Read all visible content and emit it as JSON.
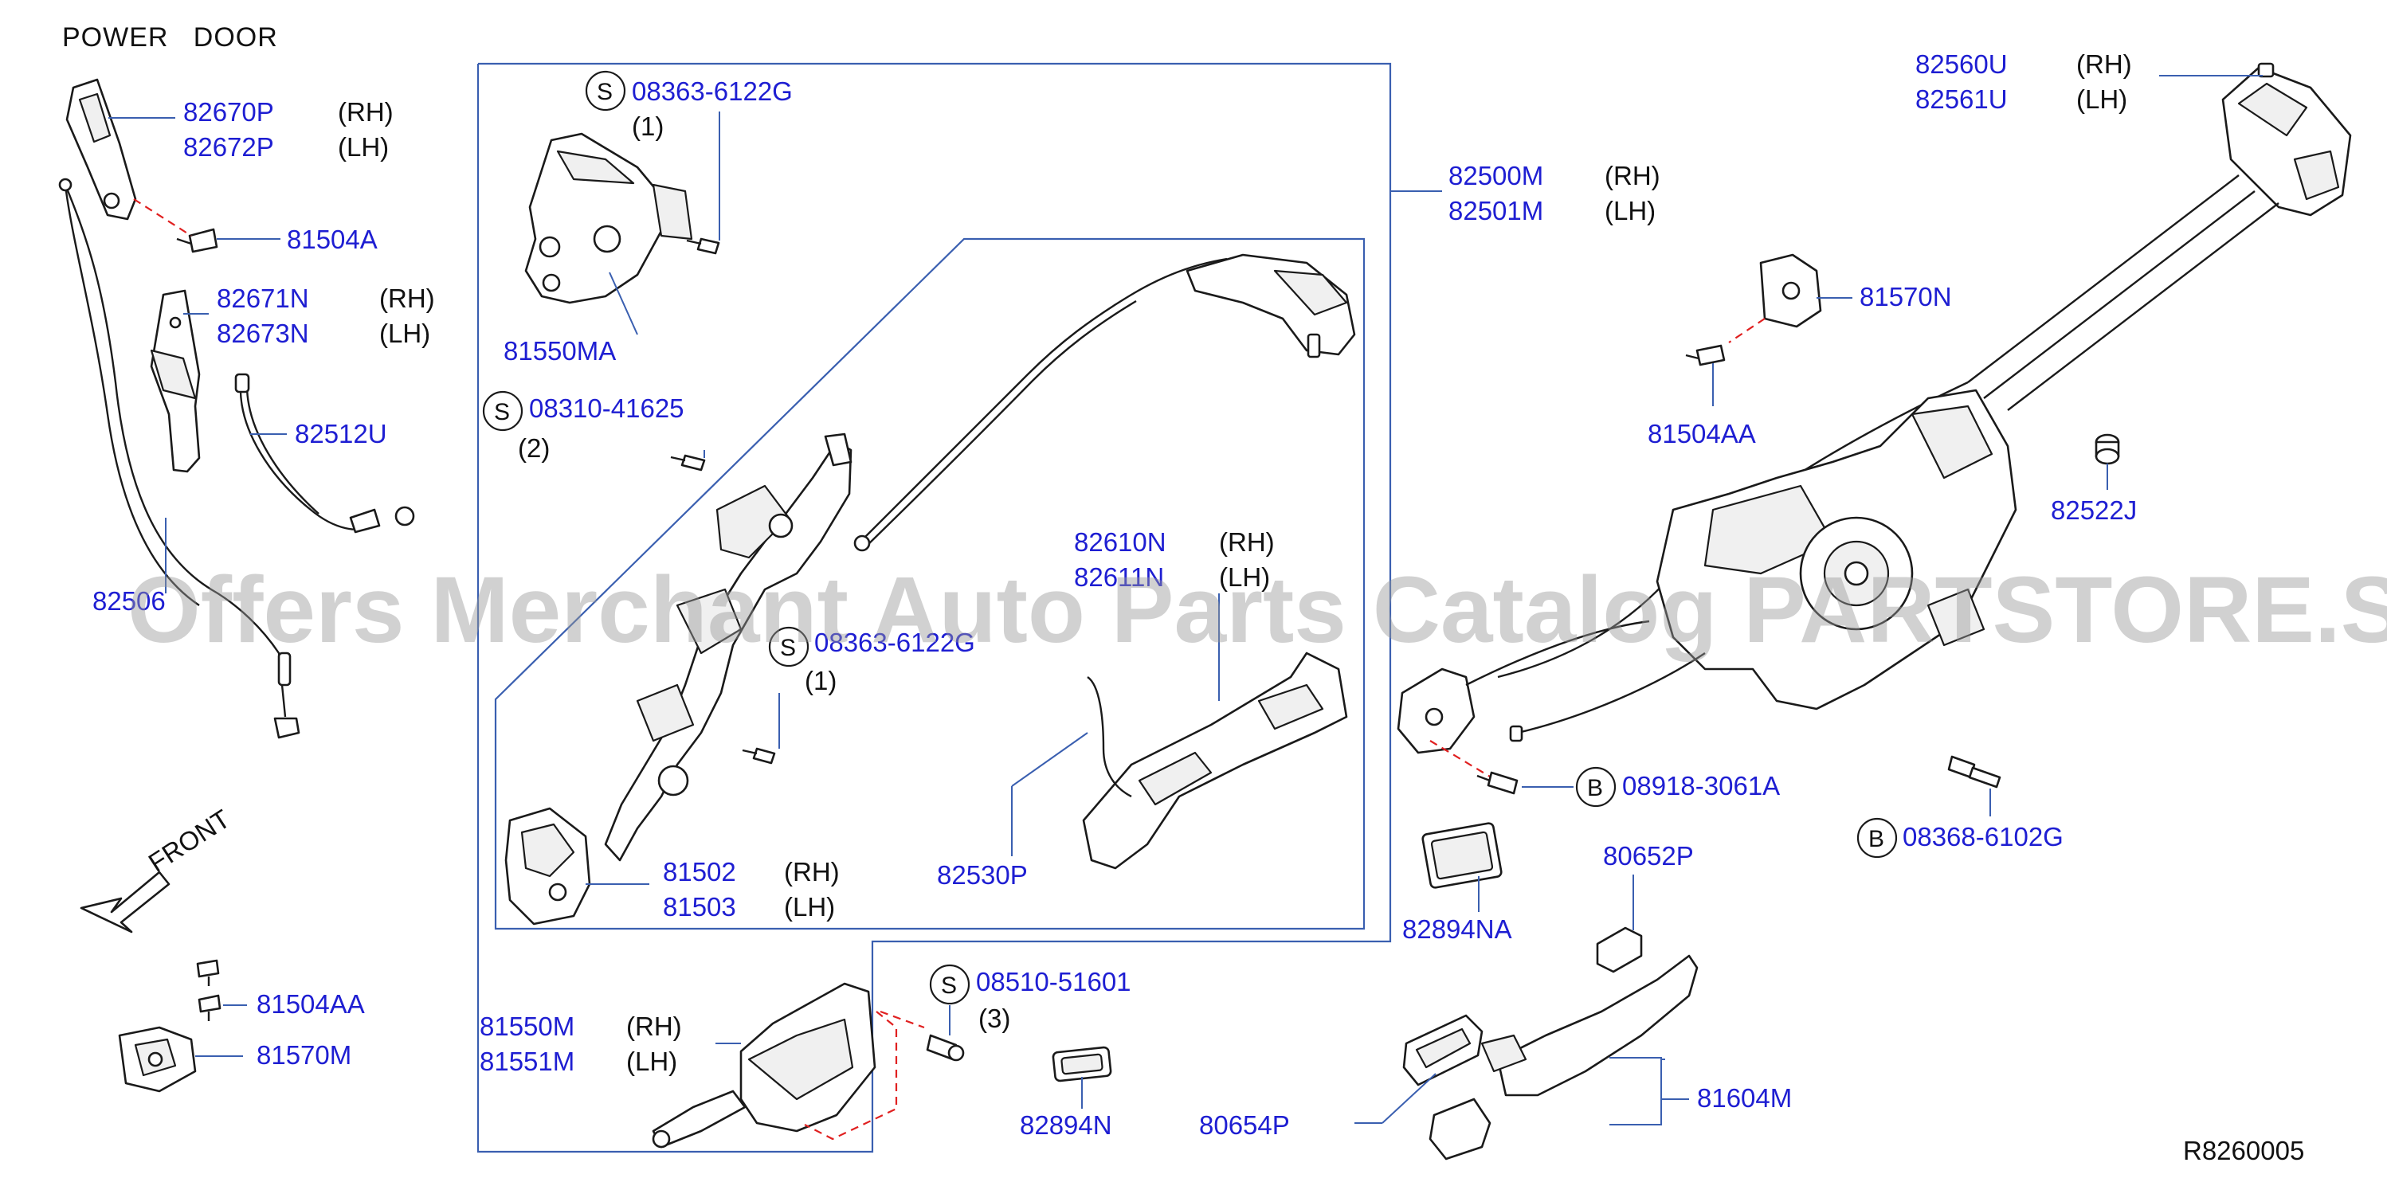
{
  "title": "POWER   DOOR",
  "diagram_ref": "R8260005",
  "watermark": "Offers Merchant Auto Parts Catalog PARTSTORE.SA",
  "front_label": "FRONT",
  "callouts": {
    "c82670P": {
      "part": "82670P",
      "side": "(RH)"
    },
    "c82672P": {
      "part": "82672P",
      "side": "(LH)"
    },
    "c81504A": {
      "part": "81504A"
    },
    "c82671N": {
      "part": "82671N",
      "side": "(RH)"
    },
    "c82673N": {
      "part": "82673N",
      "side": "(LH)"
    },
    "c82512U": {
      "part": "82512U"
    },
    "c82506": {
      "part": "82506"
    },
    "c81504AA_left": {
      "part": "81504AA"
    },
    "c81570M": {
      "part": "81570M"
    },
    "s1": {
      "mark": "S",
      "part": "08363-6122G",
      "qty": "(1)"
    },
    "c81550MA": {
      "part": "81550MA"
    },
    "s2": {
      "mark": "S",
      "part": "08310-41625",
      "qty": "(2)"
    },
    "s3": {
      "mark": "S",
      "part": "08363-6122G",
      "qty": "(1)"
    },
    "c81502": {
      "part": "81502",
      "side": "(RH)"
    },
    "c81503": {
      "part": "81503",
      "side": "(LH)"
    },
    "c82610N": {
      "part": "82610N",
      "side": "(RH)"
    },
    "c82611N": {
      "part": "82611N",
      "side": "(LH)"
    },
    "c82530P": {
      "part": "82530P"
    },
    "c82500M": {
      "part": "82500M",
      "side": "(RH)"
    },
    "c82501M": {
      "part": "82501M",
      "side": "(LH)"
    },
    "c81550M": {
      "part": "81550M",
      "side": "(RH)"
    },
    "c81551M": {
      "part": "81551M",
      "side": "(LH)"
    },
    "s4": {
      "mark": "S",
      "part": "08510-51601",
      "qty": "(3)"
    },
    "c82894N": {
      "part": "82894N"
    },
    "c80654P": {
      "part": "80654P"
    },
    "c82560U": {
      "part": "82560U",
      "side": "(RH)"
    },
    "c82561U": {
      "part": "82561U",
      "side": "(LH)"
    },
    "c81570N": {
      "part": "81570N"
    },
    "c81504AA_right": {
      "part": "81504AA"
    },
    "c82522J": {
      "part": "82522J"
    },
    "b1": {
      "mark": "B",
      "part": "08918-3061A"
    },
    "b2": {
      "mark": "B",
      "part": "08368-6102G"
    },
    "c82894NA": {
      "part": "82894NA"
    },
    "c80652P": {
      "part": "80652P"
    },
    "c81604M": {
      "part": "81604M"
    }
  }
}
